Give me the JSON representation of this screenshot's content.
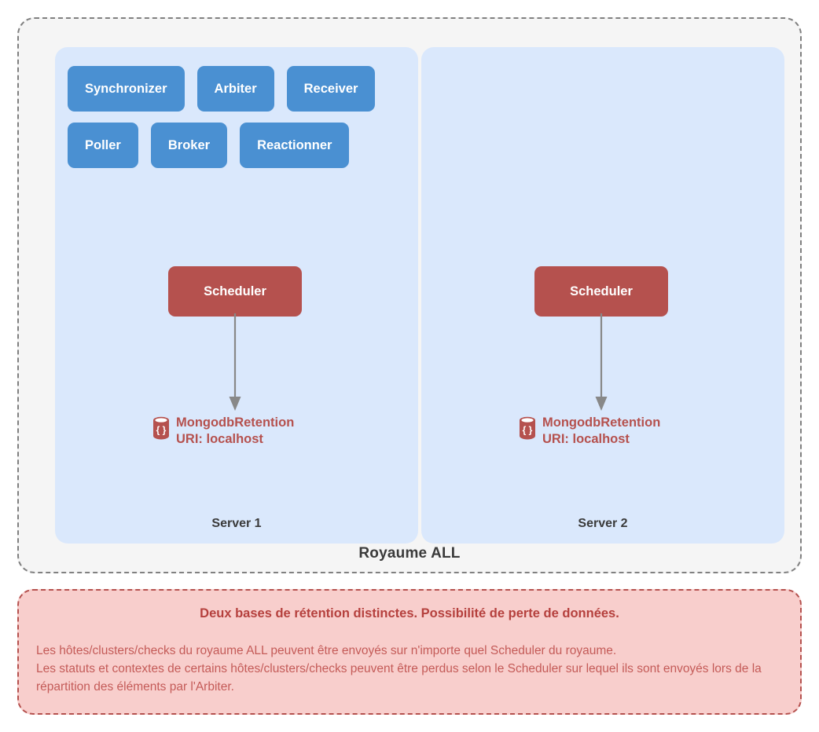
{
  "realm": {
    "label": "Royaume ALL",
    "border_color": "#808080",
    "background": "#f5f5f5"
  },
  "palette": {
    "daemon_blue": "#4a90d2",
    "panel_blue": "#dae8fc",
    "scheduler_red": "#b5514e",
    "warning_pink": "#f8cecc",
    "warning_red": "#b5403d",
    "arrow_gray": "#888888"
  },
  "servers": [
    {
      "label": "Server 1",
      "daemon_rows": [
        [
          {
            "label": "Synchronizer"
          },
          {
            "label": "Arbiter"
          },
          {
            "label": "Receiver"
          }
        ],
        [
          {
            "label": "Poller"
          },
          {
            "label": "Broker"
          },
          {
            "label": "Reactionner"
          }
        ]
      ],
      "scheduler": {
        "label": "Scheduler"
      },
      "database": {
        "icon": "mongodb-cylinder-icon",
        "name": "MongodbRetention",
        "uri": "URI: localhost"
      }
    },
    {
      "label": "Server 2",
      "daemon_rows": [],
      "scheduler": {
        "label": "Scheduler"
      },
      "database": {
        "icon": "mongodb-cylinder-icon",
        "name": "MongodbRetention",
        "uri": "URI: localhost"
      }
    }
  ],
  "warning": {
    "title": "Deux bases de rétention distinctes. Possibilité de perte de données.",
    "line1": "Les hôtes/clusters/checks du royaume ALL peuvent être envoyés sur n'importe quel Scheduler du royaume.",
    "line2": "Les statuts et contextes de certains hôtes/clusters/checks peuvent être perdus selon le Scheduler sur lequel ils sont envoyés lors de la répartition des éléments par l'Arbiter."
  }
}
